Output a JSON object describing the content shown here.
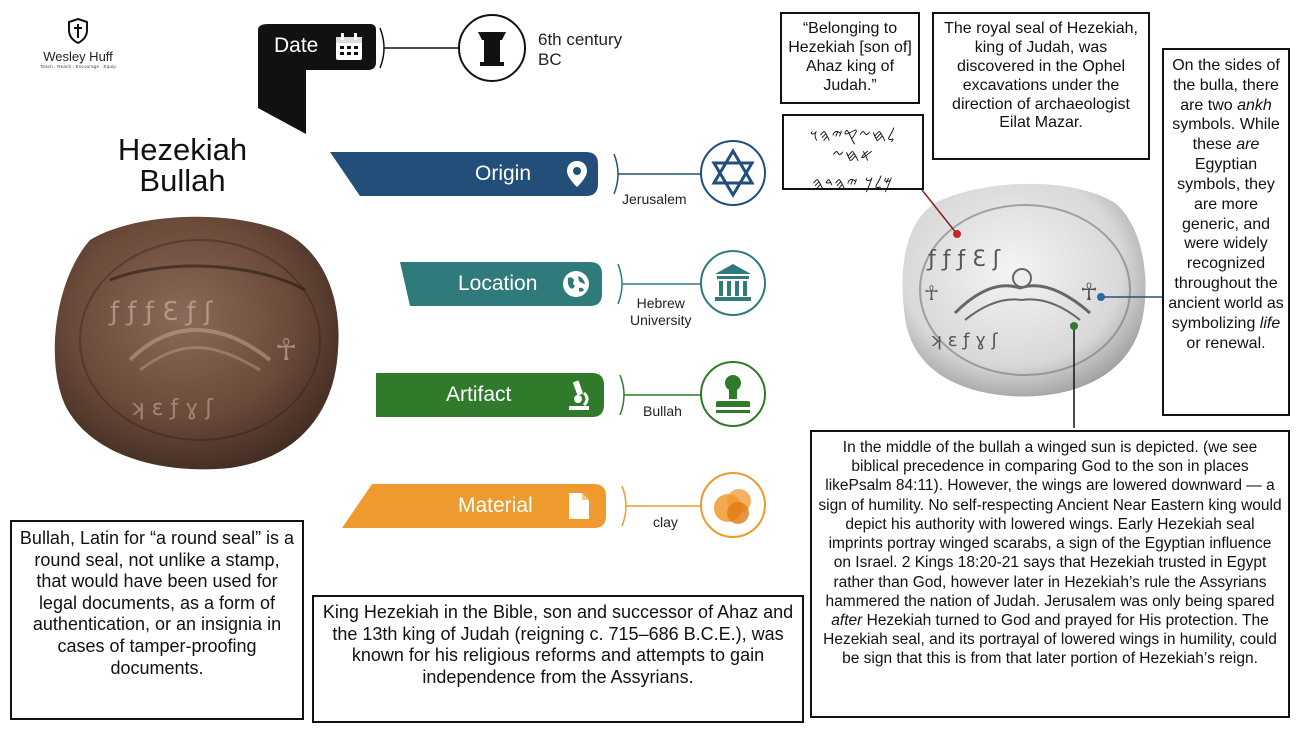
{
  "logo": {
    "name": "Wesley Huff",
    "tagline": "Teach . Reach . Encourage . Equip"
  },
  "title": {
    "line1": "Hezekiah",
    "line2": "Bullah"
  },
  "date": {
    "label": "Date",
    "value_line1": "6th century",
    "value_line2": "BC"
  },
  "rows": [
    {
      "label": "Origin",
      "value": "Jerusalem",
      "color": "#234e7a",
      "icon": "map-pin-icon",
      "symbol": "star-of-david-icon"
    },
    {
      "label": "Location",
      "value_line1": "Hebrew",
      "value_line2": "University",
      "color": "#2f7b7b",
      "icon": "globe-icon",
      "symbol": "museum-building-icon"
    },
    {
      "label": "Artifact",
      "value": "Bullah",
      "color": "#2f7a2b",
      "icon": "microscope-icon",
      "symbol": "stamp-icon"
    },
    {
      "label": "Material",
      "value": "clay",
      "color": "#ef9a2e",
      "icon": "document-icon",
      "symbol": "clay-blobs-icon"
    }
  ],
  "quote": "“Belonging to Hezekiah [son of] Ahaz king of Judah.”",
  "paleo": {
    "line1": "𐤋𐤇𐤆𐤒𐤉𐤄𐤅 𐤀𐤇𐤆",
    "line2": "𐤌𐤋𐤊 𐤉𐤄𐤃𐤄"
  },
  "royal_seal_text": "The royal seal of Hezekiah, king of Judah, was discovered in the Ophel excavations under the direction of archaeologist Eilat Mazar.",
  "ankh_text": {
    "p1": "On the sides of the bulla, there are two ",
    "p1_em": "ankh",
    "p2": " symbols. While these ",
    "p2_em": "are",
    "p3": " Egyptian symbols, they are more generic, and were widely recognized throughout the ancient world as symbolizing ",
    "p3_em": "life",
    "p4": " or renewal."
  },
  "winged_sun_text": {
    "p1": "In the middle of the bullah a winged sun is depicted. (we see biblical precedence in comparing God to the son in places likePsalm 84:11). However, the wings are lowered downward — a sign of humility. No self-respecting Ancient Near Eastern king would depict his authority with lowered wings. Early Hezekiah seal imprints portray winged scarabs, a sign of the Egyptian influence on Israel. 2 Kings 18:20-21 says that Hezekiah trusted in Egypt rather than God, however later in Hezekiah’s rule the Assyrians hammered the nation of Judah. Jerusalem was only being spared ",
    "p1_em": "after",
    "p2": " Hezekiah turned to God and prayed for His protection. The Hezekiah seal, and its portrayal of lowered wings in humility, could be sign that this is from that later portion of Hezekiah’s reign."
  },
  "bullah_definition": "Bullah, Latin for “a round seal” is a round seal, not unlike a stamp, that would have been used for legal documents, as a form of authentication, or an insignia in cases of tamper-proofing documents.",
  "king_text": "King Hezekiah in the Bible, son and successor of Ahaz and the 13th king of Judah (reigning c. 715–686 B.C.E.), was known for his religious reforms and attempts to gain independence from the Assyrians."
}
